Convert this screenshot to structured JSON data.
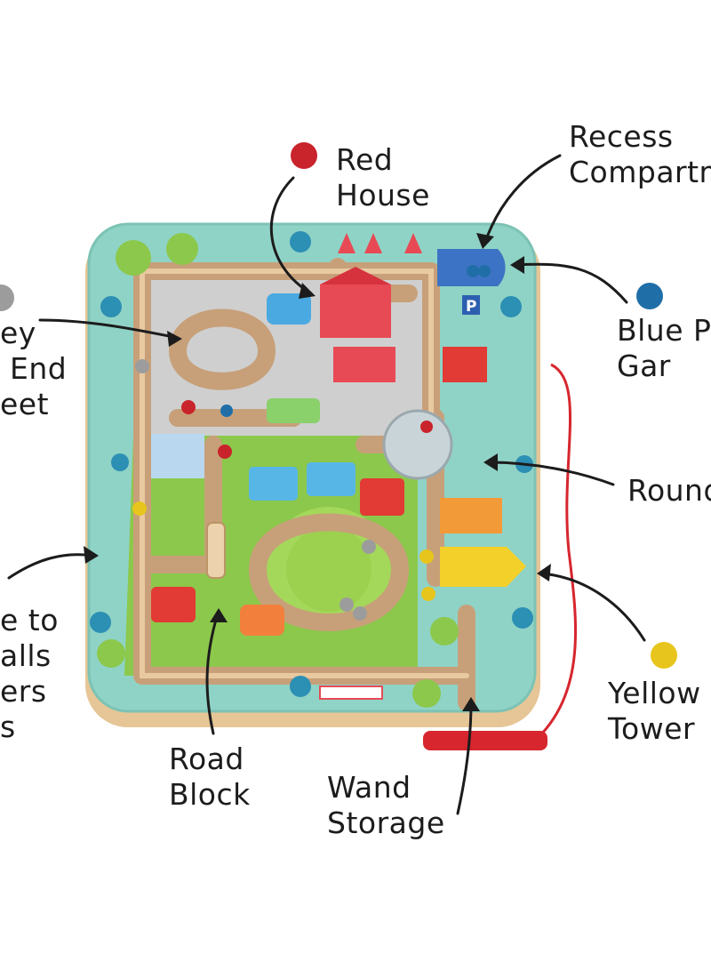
{
  "labels": {
    "red_house": "Red\nHouse",
    "recessed": "Recess\nCompartm",
    "grey_dead_end": "ey\n End\neet",
    "blue_parking": "Blue P\nGar",
    "roundabout": "Round",
    "wall_side": "e to\nalls\ners\ns",
    "yellow_tower": "Yellow\nTower",
    "road_block": "Road\nBlock",
    "wand_storage": "Wand\nStorage"
  },
  "colors": {
    "board_base": "#e8c99a",
    "board_top": "#8fd3c6",
    "track": "#c7a079",
    "road": "#cfcfcf",
    "green_area": "#8cc84b",
    "wand": "#d7262e",
    "red_ball": "#c9232b",
    "blue_ball": "#1f6ea8",
    "grey_ball": "#9c9c9c",
    "yellow_ball": "#e7c51c"
  },
  "icons": [
    "red-ball-icon",
    "blue-ball-icon",
    "grey-ball-icon",
    "yellow-ball-icon",
    "parking-p-icon"
  ]
}
